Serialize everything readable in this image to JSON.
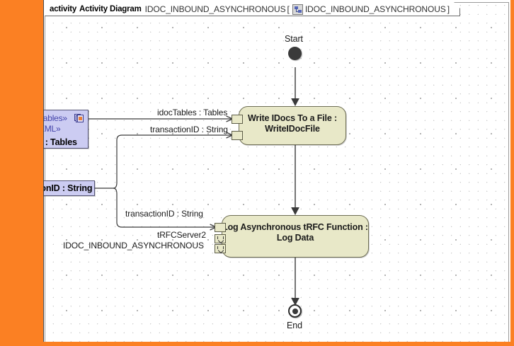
{
  "frame": {
    "keyword": "activity",
    "kind": "Activity Diagram",
    "name": "IDOC_INBOUND_ASYNCHRONOUS",
    "bracket_open": "[",
    "bracket_close": "]",
    "icon": "activity-parameter-icon",
    "parameter": "IDOC_INBOUND_ASYNCHRONOUS"
  },
  "colors": {
    "selection_band": "#fb8023",
    "activity_fill": "#e8e8c8",
    "activity_border": "#6f6f55",
    "object_fill": "#ccccf2",
    "object_border": "#555577",
    "stereotype_text": "#4444aa",
    "canvas": "#ffffff",
    "grid_dot": "#9a9a9a"
  },
  "nodes": {
    "start": {
      "label": "Start",
      "type": "initial-node"
    },
    "end": {
      "label": "End",
      "type": "final-node"
    },
    "write_idocs": {
      "label": "Write IDocs To a File :\nWriteIDocFile",
      "name": "Write IDocs To a File",
      "type": "Activity",
      "behavior": "WriteIDocFile"
    },
    "log_trfc": {
      "label": "Log Asynchronous tRFC Function :\nLog Data",
      "name": "Log Asynchronous tRFC Function",
      "type": "Activity",
      "behavior": "Log Data"
    },
    "sap_tables": {
      "stereotype1": "«SAPTables»",
      "stereotype2": "«XML»",
      "name": "tables : Tables",
      "icon": "stacked-documents-icon"
    },
    "transaction_id": {
      "name": "transactionID : String"
    }
  },
  "edges": [
    {
      "label": "idocTables : Tables"
    },
    {
      "label": "transactionID : String"
    },
    {
      "label": "transactionID : String"
    },
    {
      "label": "tRFCServer2"
    },
    {
      "label": "IDOC_INBOUND_ASYNCHRONOUS"
    }
  ],
  "pins": {
    "write_idocs_in1": "idocTables",
    "write_idocs_in2": "transactionID",
    "log_in1": "transactionID",
    "log_in2": "tRFCServer2",
    "log_in3": "IDOC_INBOUND_ASYNCHRONOUS"
  }
}
